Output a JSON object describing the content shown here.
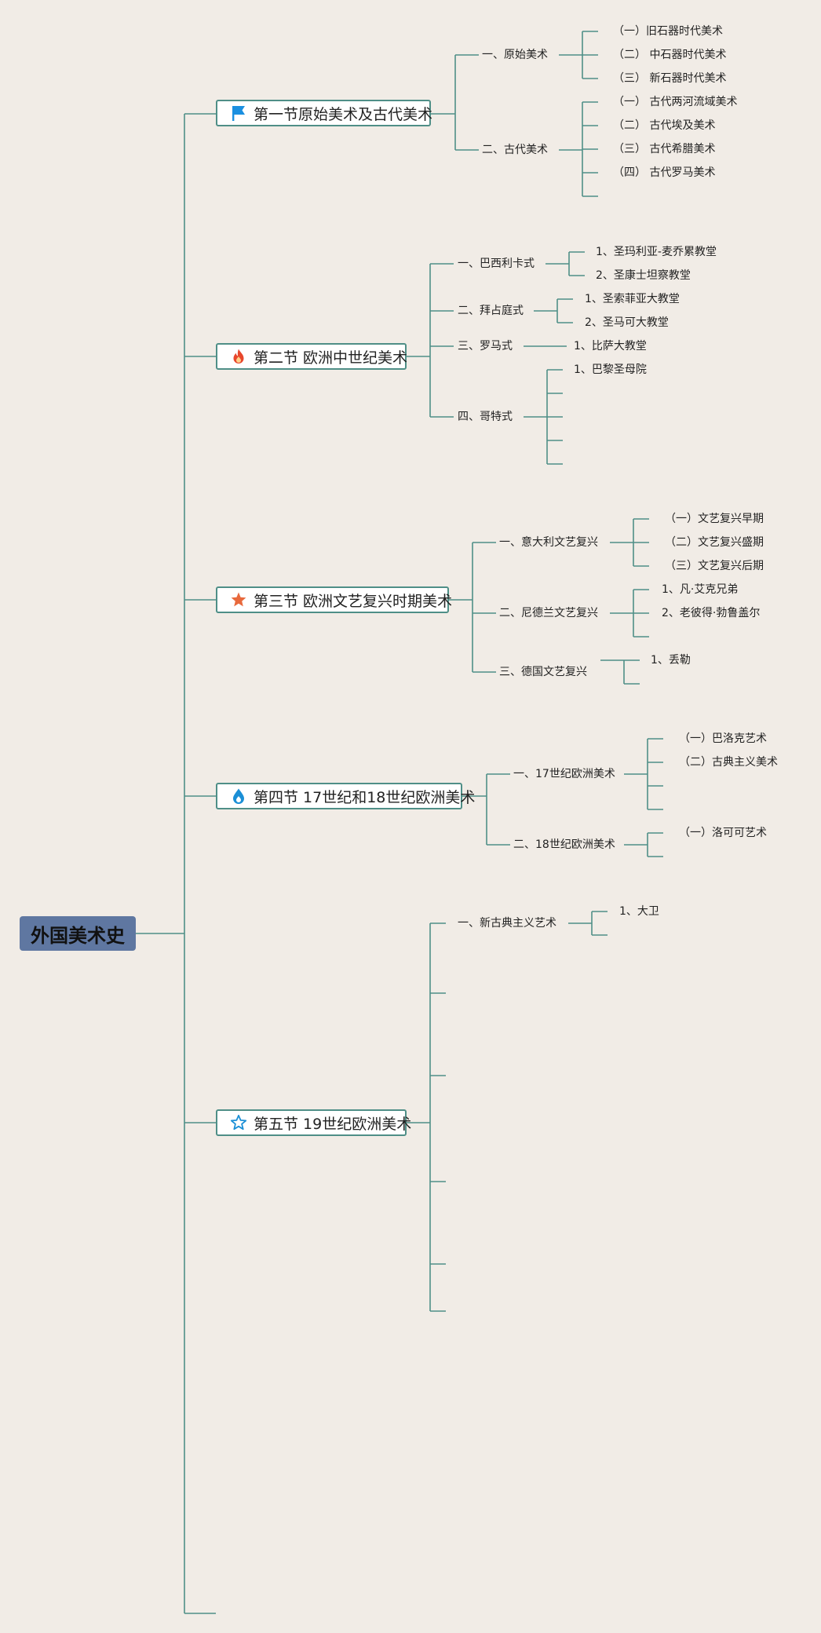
{
  "root": {
    "label": "外国美术史"
  },
  "sections": [
    {
      "label": "第一节原始美术及古代美术",
      "icon": "flag-icon",
      "icon_color": "#1a8fe0",
      "subs": [
        {
          "label": "一、原始美术",
          "items": [
            "（一）旧石器时代美术",
            "（二）  中石器时代美术",
            "（三）  新石器时代美术"
          ]
        },
        {
          "label": "二、古代美术",
          "items": [
            "（一）  古代两河流域美术",
            "（二）  古代埃及美术",
            "（三）  古代希腊美术",
            "（四）  古代罗马美术",
            ""
          ]
        }
      ]
    },
    {
      "label": "第二节 欧洲中世纪美术",
      "icon": "fire-icon",
      "icon_color": "#e8472c",
      "subs": [
        {
          "label": "一、巴西利卡式",
          "items": [
            "1、圣玛利亚-麦乔累教堂",
            "2、圣康士坦察教堂"
          ]
        },
        {
          "label": "二、拜占庭式",
          "items": [
            "1、圣索菲亚大教堂",
            "2、圣马可大教堂"
          ]
        },
        {
          "label": "三、罗马式",
          "items": [
            "1、比萨大教堂"
          ]
        },
        {
          "label": "四、哥特式",
          "items": [
            "1、巴黎圣母院",
            "",
            "",
            "",
            ""
          ]
        }
      ]
    },
    {
      "label": "第三节 欧洲文艺复兴时期美术",
      "icon": "star-icon",
      "icon_color": "#e8693c",
      "subs": [
        {
          "label": "一、意大利文艺复兴",
          "items": [
            "（一）文艺复兴早期",
            "（二）文艺复兴盛期",
            "（三）文艺复兴后期"
          ]
        },
        {
          "label": "二、尼德兰文艺复兴",
          "items": [
            "1、凡·艾克兄弟",
            "2、老彼得·勃鲁盖尔",
            ""
          ]
        },
        {
          "label": "三、德国文艺复兴",
          "items": [
            "1、丢勒",
            ""
          ]
        }
      ]
    },
    {
      "label": "第四节 17世纪和18世纪欧洲美术",
      "icon": "water-drop-icon",
      "icon_color": "#1b8fd6",
      "subs": [
        {
          "label": "一、17世纪欧洲美术",
          "items": [
            "（一）巴洛克艺术",
            "（二）古典主义美术",
            "",
            ""
          ]
        },
        {
          "label": "二、18世纪欧洲美术",
          "items": [
            "（一）洛可可艺术",
            ""
          ]
        }
      ]
    },
    {
      "label": "第五节 19世纪欧洲美术",
      "icon": "star-outline-icon",
      "icon_color": "#1b8fd6",
      "subs": [
        {
          "label": "一、新古典主义艺术",
          "items": [
            "1、大卫",
            ""
          ]
        },
        {
          "label": "",
          "items": []
        },
        {
          "label": "",
          "items": []
        },
        {
          "label": "",
          "items": []
        },
        {
          "label": "",
          "items": []
        },
        {
          "label": "",
          "items": []
        }
      ]
    },
    {
      "label": "",
      "icon": "",
      "icon_color": "",
      "subs": []
    }
  ],
  "colors": {
    "line": "#4f8f87",
    "background": "#f1ece6",
    "root_fill": "#5f77a1"
  }
}
